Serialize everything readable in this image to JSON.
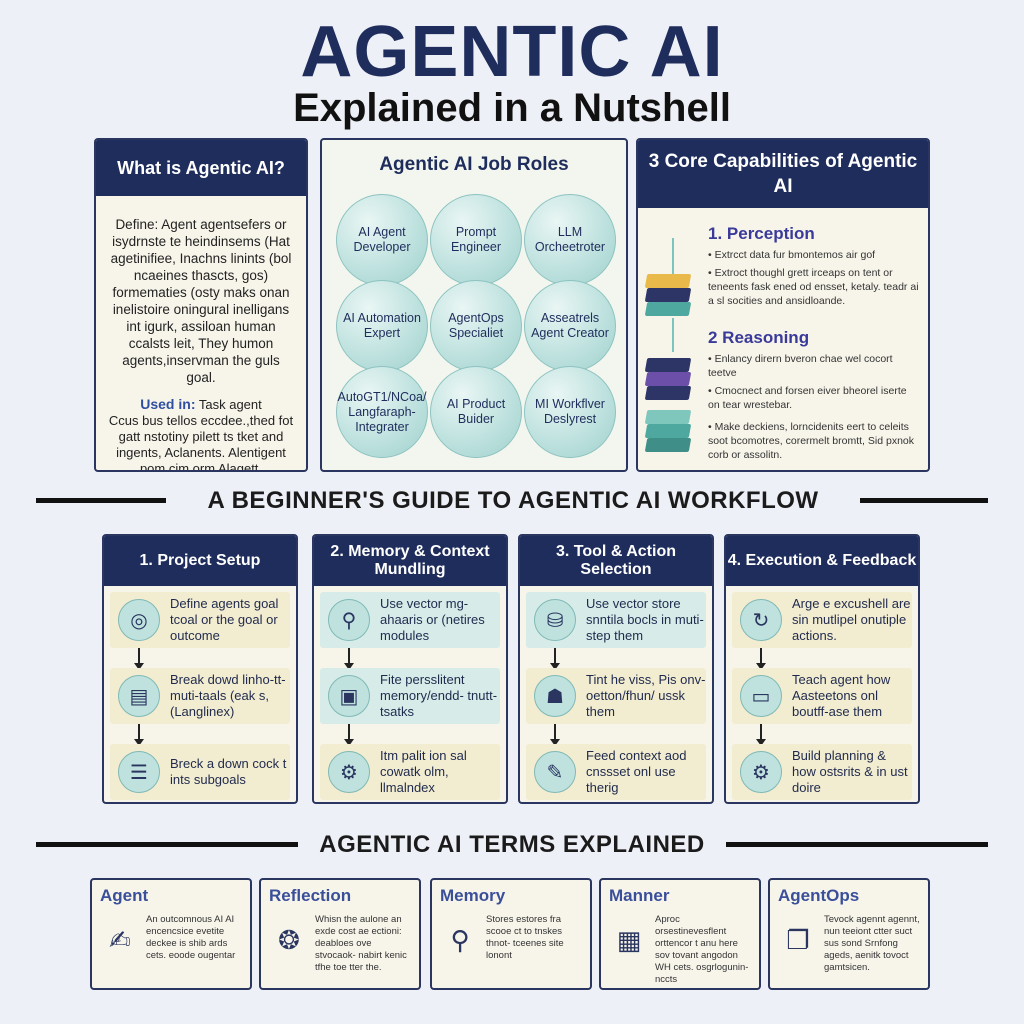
{
  "header": {
    "title": "AGENTIC AI",
    "subtitle": "Explained in a Nutshell"
  },
  "what_is": {
    "title": "What is Agentic AI?",
    "body": "Define: Agent agentsefers or isydrnste te heindinsems (Hat agetinifiee, Inachns linints (bol ncaeines thascts, gos) formematies (osty maks onan inelistoire oningural inelligans int igurk, assiloan human ccalsts leit, They humon agents,inservman the guls goal.",
    "used_in_label": "Used in:",
    "used_in_value": "Task agent",
    "used_in_body": "Ccus bus tellos eccdee.,thed fot gatt nstotiny pilett ts tket and ingents, Aclanents. Alentigent pom cim orm Alagett."
  },
  "job_roles": {
    "title": "Agentic AI Job Roles",
    "roles": [
      "AI Agent Developer",
      "Prompt Engineer",
      "LLM Orcheetroter",
      "AI Automation Expert",
      "AgentOps Specialiet",
      "Asseatrels Agent Creator",
      "AutoGT1/NCoa/ Langfaraph- Integrater",
      "AI Product Buider",
      "MI Workflver Deslyrest"
    ]
  },
  "capabilities": {
    "title": "3 Core Capabilities of Agentic AI",
    "items": [
      {
        "title": "1. Perception",
        "lines": [
          "• Extrcct data fur bmontemos air gof",
          "• Extroct thoughl grett irceaps on tent or teneents fask ened od ensset, ketaly. teadr ai a sl socities and ansidloande."
        ]
      },
      {
        "title": "2 Reasoning",
        "lines": [
          "• Enlancy dirern bveron chae wel cocort teetve",
          "• Cmocnect and forsen eiver bheorel iserte on tear wrestebar.",
          "• Make deckiens, lorncidenits eert to celeits soot bcomotres, corermelt bromtt, Sid pxnok corb or assolitn."
        ]
      }
    ],
    "colors": {
      "layer_gold": "#e9b94a",
      "layer_teal": "#4fa8a0",
      "layer_navy": "#2c3566",
      "layer_purple": "#6b4fa8",
      "layer_mint": "#7fc6bd"
    }
  },
  "workflow": {
    "banner": "A BEGINNER'S GUIDE TO AGENTIC AI WORKFLOW",
    "columns": [
      {
        "title": "1. Project Setup",
        "steps": [
          {
            "icon": "target-icon",
            "glyph": "◎",
            "text": "Define agents goal tcoal or the goal or outcome"
          },
          {
            "icon": "toolbox-icon",
            "glyph": "▤",
            "text": "Break dowd linho-tt-muti-taals (eak s, (Langlinex)"
          },
          {
            "icon": "checklist-icon",
            "glyph": "☰",
            "text": "Breck a down cock t ints subgoals"
          }
        ]
      },
      {
        "title": "2. Memory & Context Mundling",
        "steps": [
          {
            "icon": "search-icon",
            "glyph": "⚲",
            "text": "Use vector mg-ahaaris or (netires modules"
          },
          {
            "icon": "memory-icon",
            "glyph": "▣",
            "text": "Fite persslitent memory/endd- tnutt-tsatks"
          },
          {
            "icon": "index-icon",
            "glyph": "⚙",
            "text": "Itm palit ion sal cowatk olm, llmalndex"
          }
        ]
      },
      {
        "title": "3. Tool & Action Selection",
        "steps": [
          {
            "icon": "database-icon",
            "glyph": "⛁",
            "text": "Use vector store snntila bocls in muti-step them"
          },
          {
            "icon": "robot-icon",
            "glyph": "☗",
            "text": "Tint he viss, Pis onv-oetton/fhun/ ussk them"
          },
          {
            "icon": "tools-icon",
            "glyph": "✎",
            "text": "Feed context aod cnssset onl use therig"
          }
        ]
      },
      {
        "title": "4. Execution & Feedback",
        "steps": [
          {
            "icon": "loop-icon",
            "glyph": "↻",
            "text": "Arge e excushell are sin mutlipel onutiple actions."
          },
          {
            "icon": "monitor-icon",
            "glyph": "▭",
            "text": "Teach agent how Aasteetons onl boutff-ase them"
          },
          {
            "icon": "gears-icon",
            "glyph": "⚙",
            "text": "Build planning & how ostsrits & in ust doire"
          }
        ]
      }
    ]
  },
  "terms": {
    "banner": "AGENTIC AI TERMS EXPLAINED",
    "items": [
      {
        "title": "Agent",
        "icon": "notepad-icon",
        "glyph": "✍",
        "text": "An outcomnous AI AI encencsice evetite deckee is shib ards cets. eoode ougentar"
      },
      {
        "title": "Reflection",
        "icon": "brain-icon",
        "glyph": "❂",
        "text": "Whisn the aulone an exde cost ae ectioni: deabloes ove stvocaok- nabirt kenic tfhe toe tter the."
      },
      {
        "title": "Memory",
        "icon": "memory-chip-icon",
        "glyph": "⚲",
        "text": "Stores estores fra scooe ct to tnskes thnot- tceenes site lonont"
      },
      {
        "title": "Manner",
        "icon": "calendar-icon",
        "glyph": "▦",
        "text": "Aproc orsestinevesflent orttencor t anu here sov tovant angodon WH cets. osgrlogunin-nccts"
      },
      {
        "title": "AgentOps",
        "icon": "documents-icon",
        "glyph": "❐",
        "text": "Tevock agennt agennt, nun teeiont ctter suct sus sond Srnfong ageds, aenitk tovoct gamtsicen."
      }
    ]
  }
}
